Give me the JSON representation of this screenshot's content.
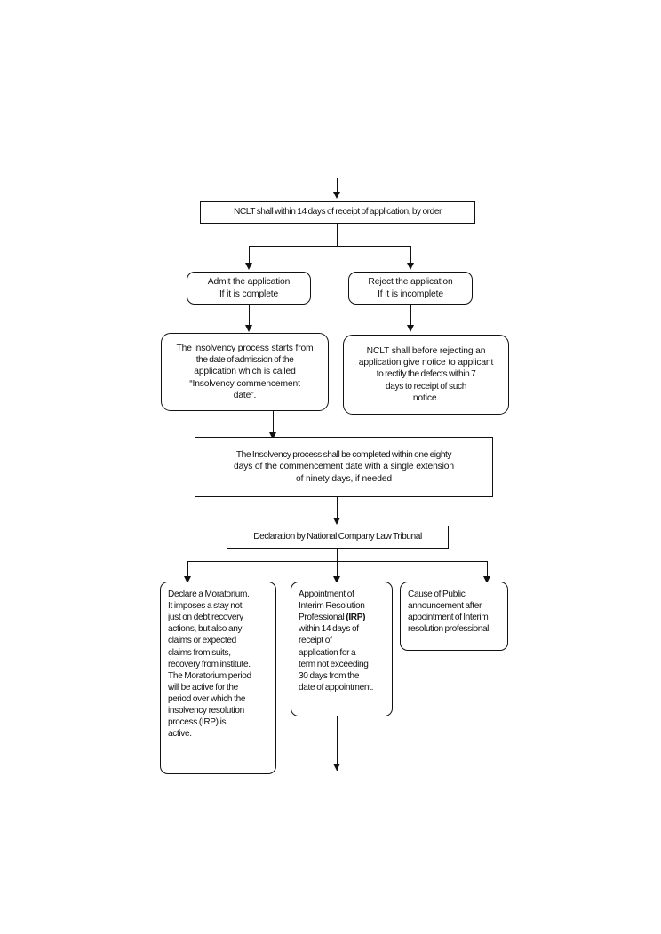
{
  "document": {
    "title": "Insolvency Resolution Process Flowchart",
    "background_color": "#ffffff",
    "line_color": "#111111",
    "text_color": "#111111"
  },
  "chart_data": {
    "type": "diagram",
    "diagram_type": "flowchart",
    "orientation": "top-to-bottom",
    "title": "Insolvency Resolution Process Flowchart",
    "nodes": [
      {
        "id": "n1",
        "shape": "rectangle",
        "text": "NCLT shall within 14 days of receipt of application, by order"
      },
      {
        "id": "n2",
        "shape": "rounded-rectangle",
        "text": "Admit the application If it is complete"
      },
      {
        "id": "n3",
        "shape": "rounded-rectangle",
        "text": "Reject the application If it is incomplete"
      },
      {
        "id": "n4",
        "shape": "rounded-rectangle",
        "text": "The insolvency process starts from the date of admission of the application which is called “Insolvency commencement date”."
      },
      {
        "id": "n5",
        "shape": "rounded-rectangle",
        "text": "NCLT shall before rejecting an application give notice to applicant to rectify the defects within 7 days to receipt of such notice."
      },
      {
        "id": "n6",
        "shape": "rectangle",
        "text": "The Insolvency process shall be completed within one eighty days of the commencement date with a single extension of ninety days, if needed"
      },
      {
        "id": "n7",
        "shape": "rectangle",
        "text": "Declaration by National Company Law Tribunal"
      },
      {
        "id": "n8",
        "shape": "rounded-rectangle",
        "text": "Declare a Moratorium. It imposes a stay not just on debt recovery actions, but also any claims or expected claims from suits, recovery from institute. The Moratorium period will be active for the period over which the insolvency resolution process (IRP) is active."
      },
      {
        "id": "n9",
        "shape": "rounded-rectangle",
        "text": "Appointment of Interim Resolution Professional (IRP) within 14 days of receipt of application for a term not exceeding 30 days from the date of appointment."
      },
      {
        "id": "n10",
        "shape": "rounded-rectangle",
        "text": "Cause of Public announcement after appointment of Interim resolution professional."
      }
    ],
    "edges": [
      {
        "from": "(entry)",
        "to": "n1"
      },
      {
        "from": "n1",
        "to": "n2"
      },
      {
        "from": "n1",
        "to": "n3"
      },
      {
        "from": "n2",
        "to": "n4"
      },
      {
        "from": "n3",
        "to": "n5"
      },
      {
        "from": "n4",
        "to": "n6"
      },
      {
        "from": "n6",
        "to": "n7"
      },
      {
        "from": "n7",
        "to": "n8"
      },
      {
        "from": "n7",
        "to": "n9"
      },
      {
        "from": "n7",
        "to": "n10"
      },
      {
        "from": "n9",
        "to": "(exit)"
      }
    ]
  },
  "nodes": {
    "nclt_order": {
      "label": "NCLT shall within 14 days of receipt of application, by order"
    },
    "admit": {
      "line1": "Admit the application",
      "line2": "If it is complete"
    },
    "reject": {
      "line1": "Reject the application",
      "line2": "If it is incomplete"
    },
    "commencement": {
      "line1": "The insolvency process starts from",
      "line2": "the date of admission of the",
      "line3": "application which is called",
      "line4": "“Insolvency commencement",
      "line5": "date”."
    },
    "notice": {
      "line1": "NCLT shall before rejecting an",
      "line2": "application give notice to applicant",
      "line3": "to rectify the defects within 7",
      "line4": "days to receipt of such",
      "line5": "notice."
    },
    "timeline": {
      "line1": "The Insolvency process shall be completed within one eighty",
      "line2": "days of the commencement date with a single extension",
      "line3": "of ninety days, if needed"
    },
    "declaration": {
      "label": "Declaration by National Company Law Tribunal"
    },
    "moratorium": {
      "line1": "Declare a Moratorium.",
      "line2": "It imposes a stay not",
      "line3": "just on debt recovery",
      "line4": "actions, but also any",
      "line5": "claims or expected",
      "line6": "claims from suits,",
      "line7": "recovery from institute.",
      "line8": "The Moratorium period",
      "line9": "will be active for the",
      "line10": "period over which the",
      "line11": "insolvency resolution",
      "line12": "process (IRP) is",
      "line13": "active."
    },
    "irp_appointment": {
      "line1": "Appointment of",
      "line2": "Interim Resolution",
      "line3_pre": "Professional ",
      "line3_bold": "(IRP)",
      "line4": "within 14 days of",
      "line5": "receipt of",
      "line6": "application for a",
      "line7": "term not exceeding",
      "line8": "30 days from the",
      "line9": "date of appointment."
    },
    "public_announcement": {
      "line1": "Cause of Public",
      "line2": "announcement after",
      "line3": "appointment of Interim",
      "line4": "resolution professional."
    }
  }
}
